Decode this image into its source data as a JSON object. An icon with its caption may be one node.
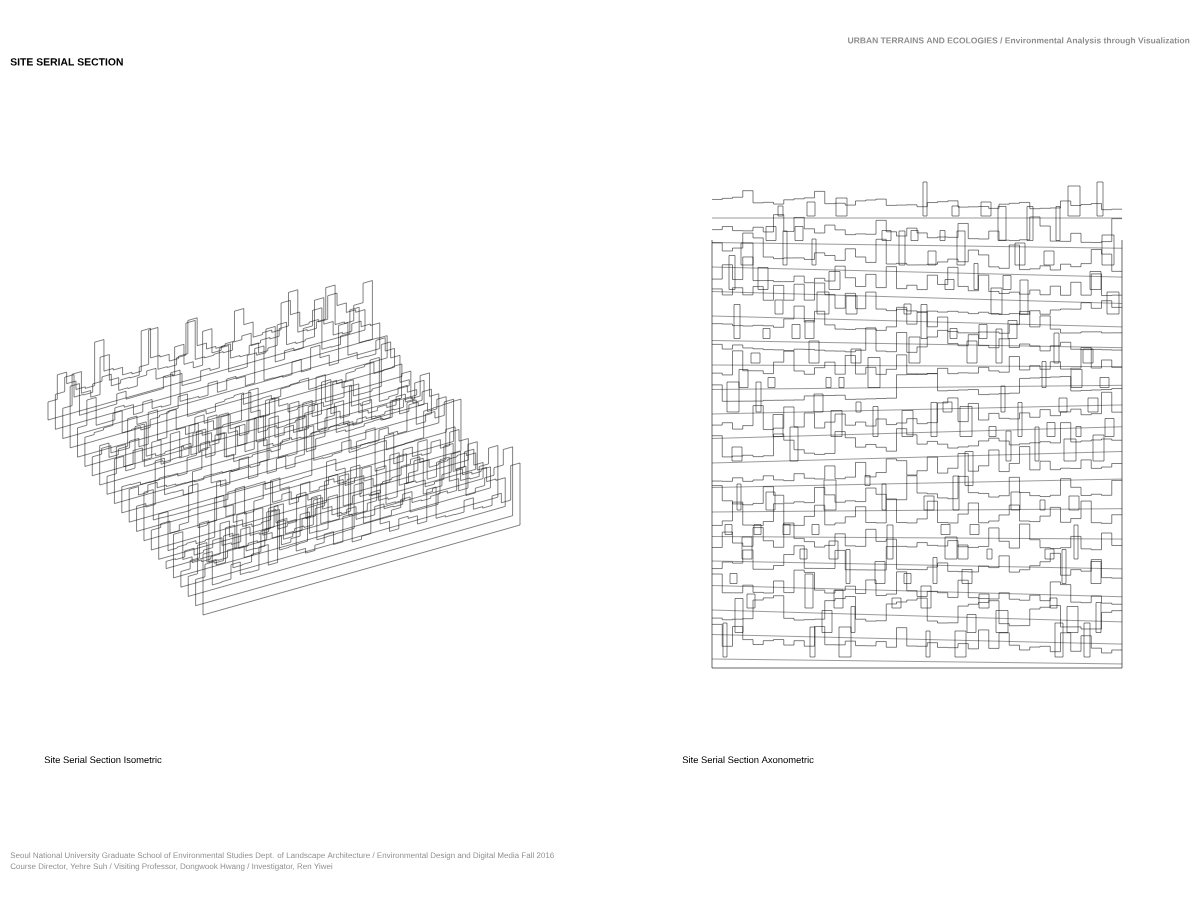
{
  "diagram": {
    "title": "SITE SERIAL SECTION",
    "labels": [
      "URBAN TERRAINS AND ECOLOGIES / Environmental Analysis through Visualization",
      "Site Serial Section Isometric",
      "Site Serial Section Axonometric",
      "Seoul National University Graduate School of Environmental Studies Dept. of Landscape Architecture / Environmental Design and Digital Media Fall 2016",
      "Course Director, Yehre Suh / Visiting Professor, Dongwook Hwang / Investigator, Ren Yiwei"
    ]
  }
}
